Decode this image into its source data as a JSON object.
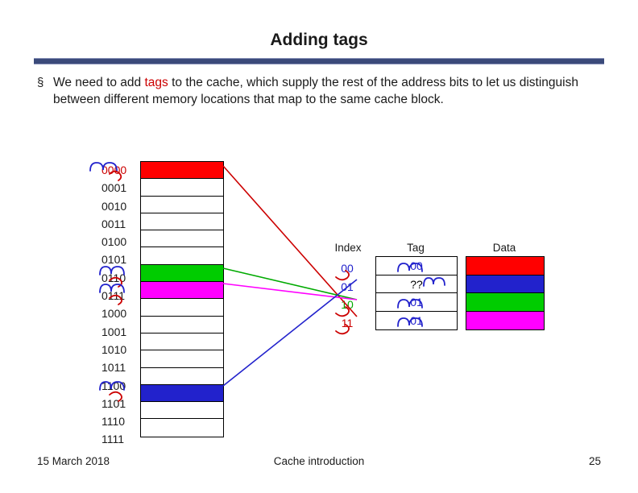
{
  "slide": {
    "title": "Adding tags",
    "bullet_marker": "§",
    "bullet_text_1": "We need to add ",
    "bullet_highlight": "tags",
    "bullet_text_2": " to the cache, which supply the rest of the address bits to let us distinguish between different memory locations that map to the same cache block."
  },
  "memory": {
    "addresses": [
      {
        "label": "0000",
        "color": "red"
      },
      {
        "label": "0001",
        "color": "black"
      },
      {
        "label": "0010",
        "color": "black"
      },
      {
        "label": "0011",
        "color": "black"
      },
      {
        "label": "0100",
        "color": "black"
      },
      {
        "label": "0101",
        "color": "black"
      },
      {
        "label": "0110",
        "color": "green"
      },
      {
        "label": "0111",
        "color": "magenta"
      },
      {
        "label": "1000",
        "color": "black"
      },
      {
        "label": "1001",
        "color": "black"
      },
      {
        "label": "1010",
        "color": "black"
      },
      {
        "label": "1011",
        "color": "black"
      },
      {
        "label": "1100",
        "color": "black"
      },
      {
        "label": "1101",
        "color": "blue"
      },
      {
        "label": "1110",
        "color": "black"
      },
      {
        "label": "1111",
        "color": "black"
      }
    ],
    "block_fills": [
      "#ff0000",
      "#ffffff",
      "#ffffff",
      "#ffffff",
      "#ffffff",
      "#ffffff",
      "#00cc00",
      "#ff00ff",
      "#ffffff",
      "#ffffff",
      "#ffffff",
      "#ffffff",
      "#ffffff",
      "#2222cc",
      "#ffffff",
      "#ffffff"
    ]
  },
  "cache": {
    "headers": {
      "index": "Index",
      "tag": "Tag",
      "data": "Data"
    },
    "index_values": [
      {
        "label": "00",
        "color": "blue"
      },
      {
        "label": "01",
        "color": "blue"
      },
      {
        "label": "10",
        "color": "green"
      },
      {
        "label": "11",
        "color": "red"
      }
    ],
    "tag_values": [
      {
        "label": "00",
        "color": "blue"
      },
      {
        "label": "??",
        "color": "black"
      },
      {
        "label": "01",
        "color": "blue"
      },
      {
        "label": "01",
        "color": "blue"
      }
    ],
    "data_fills": [
      "#ff0000",
      "#2222cc",
      "#00cc00",
      "#ff00ff"
    ]
  },
  "footer": {
    "date": "15 March 2018",
    "subject": "Cache introduction",
    "page": "25"
  },
  "colors": {
    "red": "#cc0000",
    "blue": "#2222cc",
    "green": "#00aa00",
    "magenta": "#ff00ff",
    "rule": "#3b4a7a"
  }
}
